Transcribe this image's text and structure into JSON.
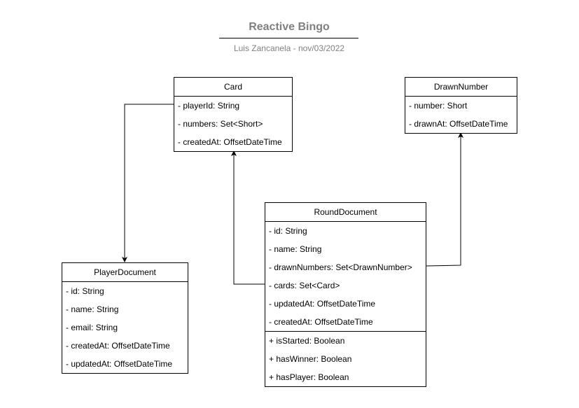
{
  "header": {
    "title": "Reactive Bingo",
    "subtitle": "Luis Zancanela - nov/03/2022"
  },
  "classes": {
    "card": {
      "name": "Card",
      "attributes": [
        "- playerId: String",
        "- numbers: Set<Short>",
        "- createdAt: OffsetDateTime"
      ],
      "operations": []
    },
    "drawn_number": {
      "name": "DrawnNumber",
      "attributes": [
        "- number: Short",
        "- drawnAt: OffsetDateTime"
      ],
      "operations": []
    },
    "round_document": {
      "name": "RoundDocument",
      "attributes": [
        "- id: String",
        "- name: String",
        "- drawnNumbers: Set<DrawnNumber>",
        "- cards: Set<Card>",
        "- updatedAt: OffsetDateTime",
        "- createdAt: OffsetDateTime"
      ],
      "operations": [
        "+ isStarted: Boolean",
        "+ hasWinner: Boolean",
        "+ hasPlayer: Boolean"
      ]
    },
    "player_document": {
      "name": "PlayerDocument",
      "attributes": [
        "- id: String",
        "- name: String",
        "- email: String",
        "- createdAt: OffsetDateTime",
        "- updatedAt: OffsetDateTime"
      ],
      "operations": []
    }
  },
  "relations": [
    {
      "from": "Card.playerId",
      "to": "PlayerDocument"
    },
    {
      "from": "RoundDocument.cards",
      "to": "Card"
    },
    {
      "from": "RoundDocument.drawnNumbers",
      "to": "DrawnNumber"
    }
  ],
  "colors": {
    "line": "#000000",
    "title": "#808080",
    "box_fill": "#ffffff"
  }
}
